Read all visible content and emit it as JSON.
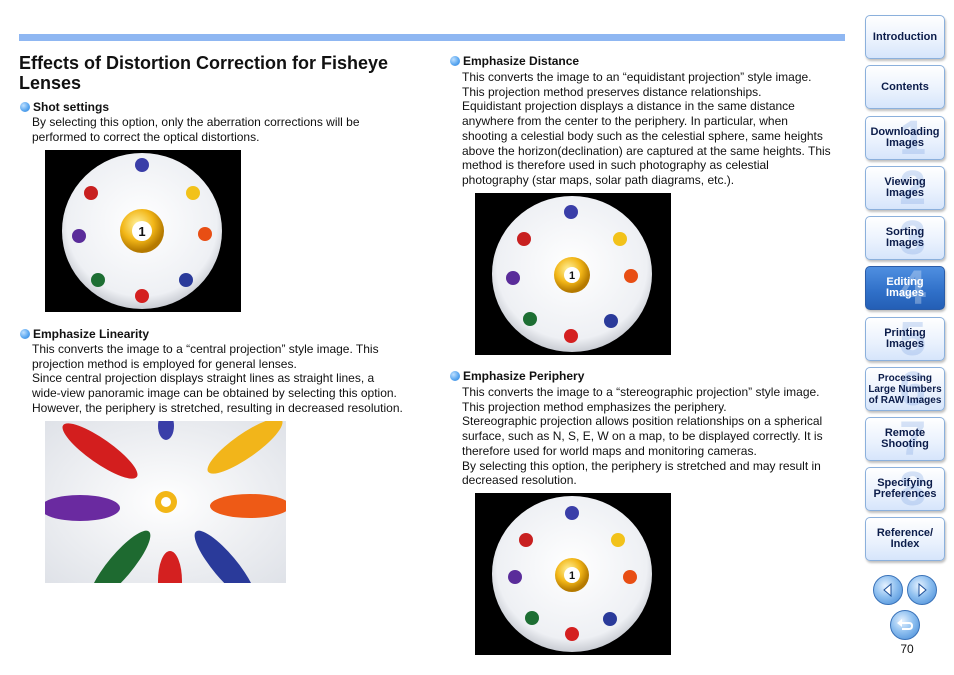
{
  "page": {
    "title": "Effects of Distortion Correction for Fisheye Lenses",
    "page_number": "70"
  },
  "sections": {
    "shot": {
      "heading": "Shot settings",
      "lines": [
        "By selecting this option, only the aberration corrections will be",
        "performed to correct the optical distortions."
      ]
    },
    "linearity": {
      "heading": "Emphasize Linearity",
      "lines": [
        "This converts the image to a “central projection” style image. This",
        "projection method is employed for general lenses.",
        "Since central projection displays straight lines as straight lines, a",
        "wide-view panoramic image can be obtained by selecting this option.",
        "However, the periphery is stretched, resulting in decreased resolution."
      ]
    },
    "distance": {
      "heading": "Emphasize Distance",
      "lines": [
        "This converts the image to an “equidistant projection” style image.",
        "This projection method preserves distance relationships.",
        "Equidistant projection displays a distance in the same distance",
        "anywhere from the center to the periphery. In particular, when",
        "shooting a celestial body such as the celestial sphere, same heights",
        "above the horizon(declination) are captured at the same heights. This",
        "method is therefore used in such photography as celestial",
        "photography (star maps, solar path diagrams, etc.)."
      ]
    },
    "periphery": {
      "heading": "Emphasize Periphery",
      "lines": [
        "This converts the image to a “stereographic projection” style image.",
        "This projection method emphasizes the periphery.",
        "Stereographic projection allows position relationships on a spherical",
        "surface, such as N, S, E, W on a map, to be displayed correctly. It is",
        "therefore used for world maps and monitoring cameras.",
        "By selecting this option, the periphery is stretched and may result in",
        "decreased resolution."
      ]
    }
  },
  "photos": {
    "center_ball_number": "1"
  },
  "sidebar": {
    "items": [
      {
        "label": "Introduction",
        "num": ""
      },
      {
        "label": "Contents",
        "num": ""
      },
      {
        "label": "Downloading Images",
        "num": "1"
      },
      {
        "label": "Viewing Images",
        "num": "2"
      },
      {
        "label": "Sorting Images",
        "num": "3"
      },
      {
        "label": "Editing Images",
        "num": "4"
      },
      {
        "label": "Printing Images",
        "num": "5"
      },
      {
        "label": "Processing Large Numbers of RAW Images",
        "num": "6"
      },
      {
        "label": "Remote Shooting",
        "num": "7"
      },
      {
        "label": "Specifying Preferences",
        "num": "8"
      },
      {
        "label": "Reference/ Index",
        "num": ""
      }
    ],
    "active_index": 5
  },
  "colors": {
    "accent": "#8fb7f2",
    "active_nav": "#2f6fc8",
    "bullet": "#5aa7f0"
  },
  "icons": [
    "previous-page-icon",
    "next-page-icon",
    "return-icon"
  ]
}
